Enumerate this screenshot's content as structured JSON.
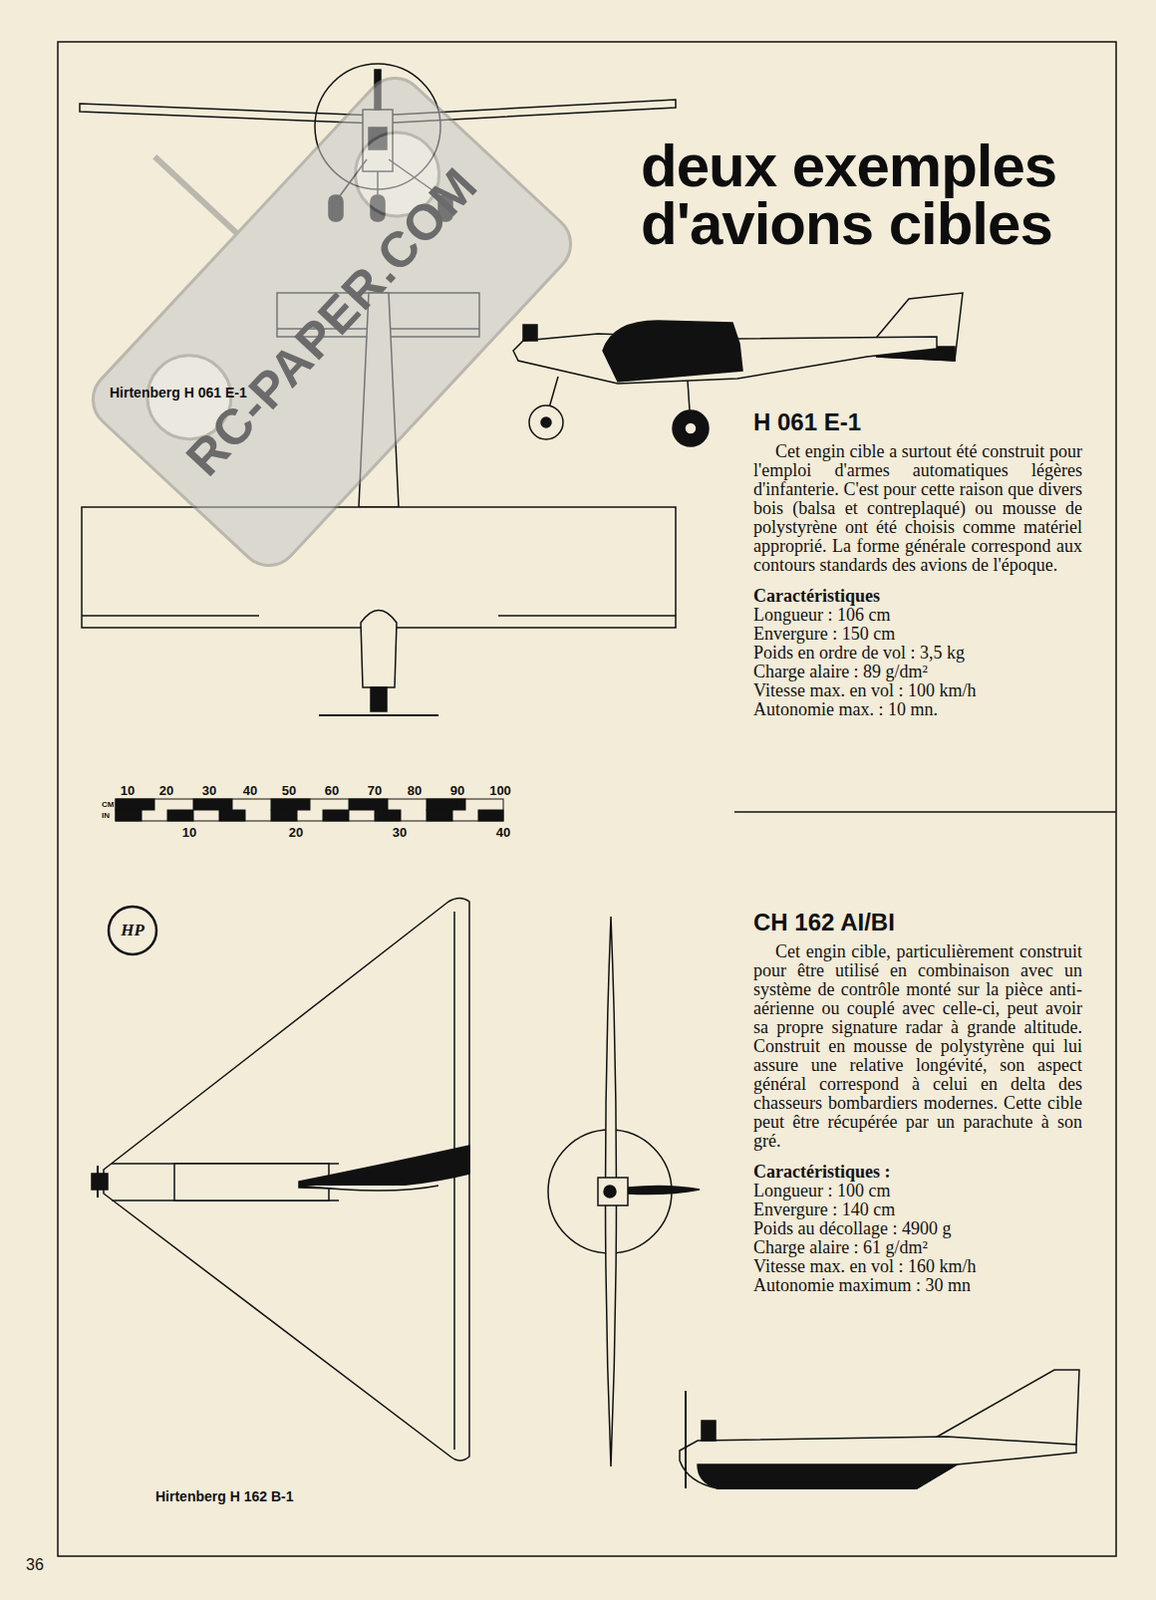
{
  "diagram": {
    "title": "deux exemples d'avions cibles",
    "labels": [
      "Hirtenberg H 061 E-1",
      "RC-PAPER.COM",
      "H 061 E-1",
      "Cet engin cible a surtout été construit pour l'emploi d'armes automatiques légères d'infanterie. C'est pour cette raison que divers bois (balsa et contreplaqué) ou mousse de polystyrène ont été choisis comme matériel approprié. La forme générale correspond aux contours standards des avions de l'époque.",
      "Caractéristiques",
      "Longueur : 106 cm",
      "Envergure : 150 cm",
      "Poids en ordre de vol : 3,5 kg",
      "Charge alaire : 89 g/dm²",
      "Vitesse max. en vol : 100 km/h",
      "Autonomie max. : 10 mn.",
      "10",
      "20",
      "30",
      "40",
      "50",
      "60",
      "70",
      "80",
      "90",
      "100",
      "CM",
      "IN",
      "10",
      "20",
      "30",
      "40",
      "HP",
      "CH 162 AI/BI",
      "Cet engin cible, particulièrement construit pour être utilisé en combinaison avec un système de contrôle monté sur la pièce anti-aérienne ou couplé avec celle-ci, peut avoir sa propre signature radar à grande altitude. Construit en mousse de polystyrène qui lui assure une relative longévité, son aspect général correspond à celui en delta des chasseurs bombardiers modernes. Cette cible peut être récupérée par un parachute à son gré.",
      "Caractéristiques :",
      "Longueur : 100 cm",
      "Envergure : 140 cm",
      "Poids au décollage : 4900 g",
      "Charge alaire : 61 g/dm²",
      "Vitesse max. en vol : 160 km/h",
      "Autonomie maximum : 30 mn",
      "Hirtenberg H 162 B-1",
      "36"
    ]
  }
}
